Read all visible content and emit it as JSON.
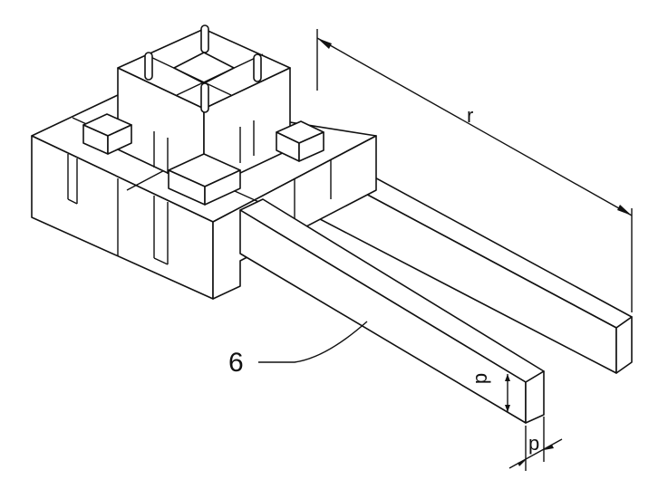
{
  "labels": {
    "length_dimension": "r",
    "part_number": "6",
    "height_dimension": "q",
    "width_dimension": "p"
  },
  "colors": {
    "line": "#111111",
    "background": "#ffffff"
  }
}
